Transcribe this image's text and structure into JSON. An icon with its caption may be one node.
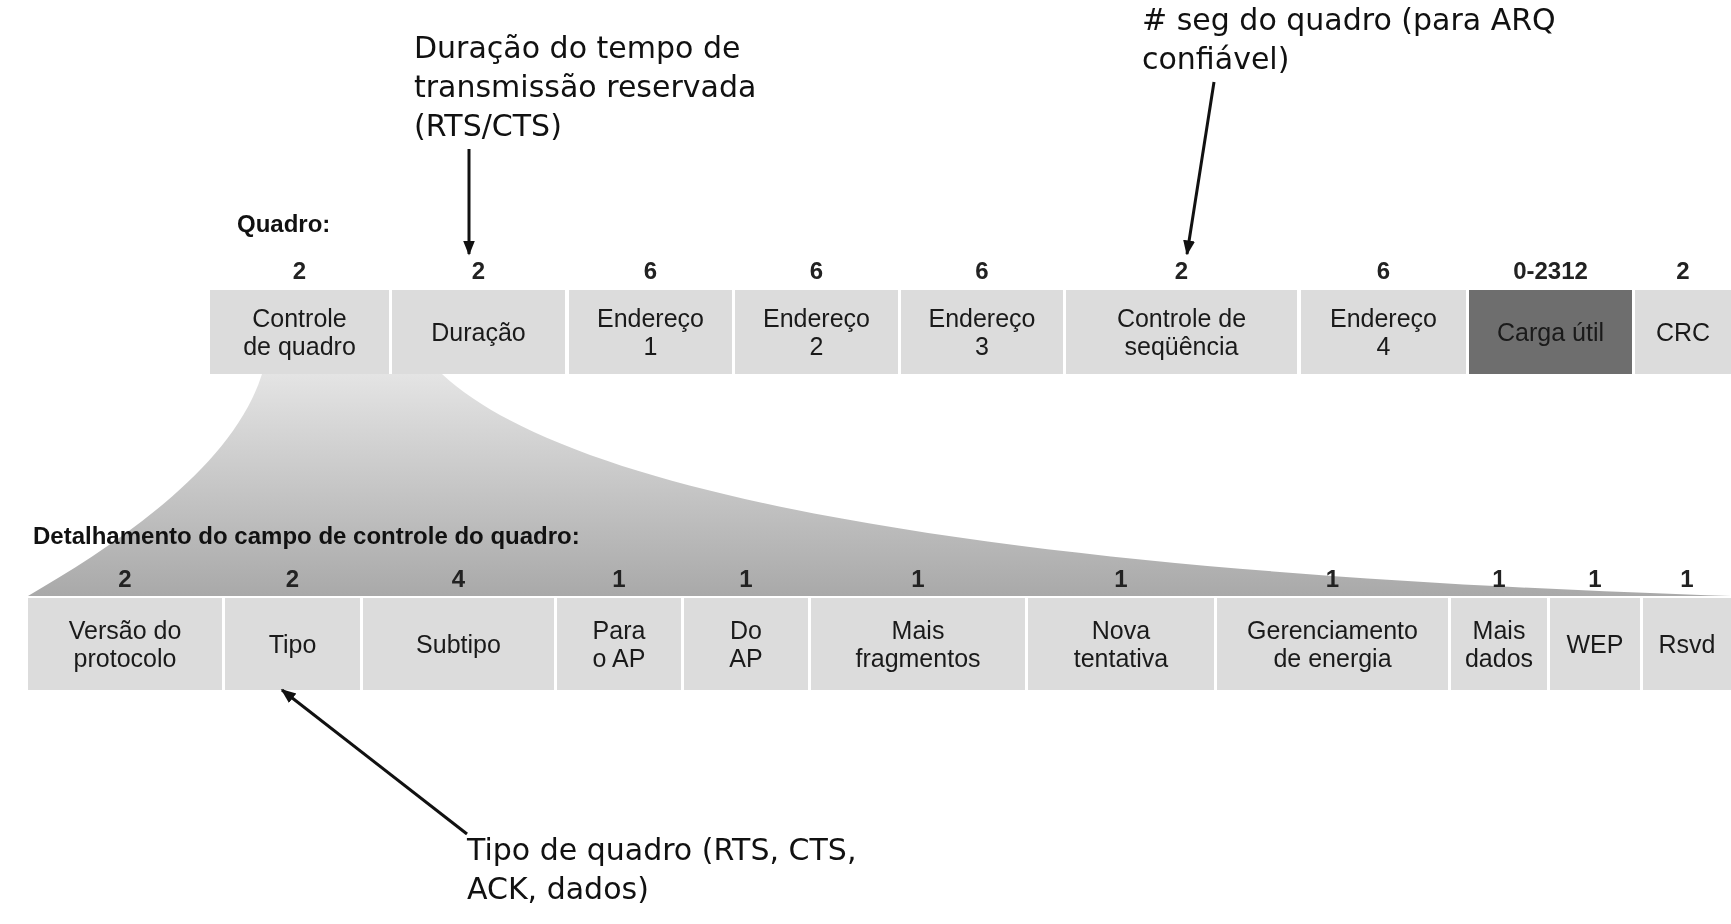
{
  "diagram": {
    "nodes": [
      {
        "text": [
          "Duração do tempo de transmissão reservada (RTS/CTS)"
        ]
      },
      {
        "text": [
          "# seg do quadro (para ARQ confiável)"
        ]
      },
      {
        "text": [
          "Controle de quadro"
        ],
        "beside": [
          "2"
        ]
      },
      {
        "text": [
          "Duração"
        ],
        "beside": [
          "2"
        ]
      },
      {
        "text": [
          "Endereço 1"
        ],
        "beside": [
          "6"
        ]
      },
      {
        "text": [
          "Endereço 2"
        ],
        "beside": [
          "6"
        ]
      },
      {
        "text": [
          "Endereço 3"
        ],
        "beside": [
          "6"
        ]
      },
      {
        "text": [
          "Controle de seqüência"
        ],
        "beside": [
          "2"
        ]
      },
      {
        "text": [
          "Endereço 4"
        ],
        "beside": [
          "6"
        ]
      },
      {
        "text": [
          "Carga útil"
        ],
        "beside": [
          "0-2312"
        ]
      },
      {
        "text": [
          "CRC"
        ],
        "beside": [
          "2"
        ]
      },
      {
        "text": [
          "Versão do protocolo"
        ],
        "beside": [
          "2"
        ]
      },
      {
        "text": [
          "Tipo"
        ],
        "beside": [
          "2"
        ]
      },
      {
        "text": [
          "Subtipo"
        ],
        "beside": [
          "4"
        ]
      },
      {
        "text": [
          "Para o AP"
        ],
        "beside": [
          "1"
        ]
      },
      {
        "text": [
          "Do AP"
        ],
        "beside": [
          "1"
        ]
      },
      {
        "text": [
          "Mais fragmentos"
        ],
        "beside": [
          "1"
        ]
      },
      {
        "text": [
          "Nova tentativa"
        ],
        "beside": [
          "1"
        ]
      },
      {
        "text": [
          "Gerenciamento de energia"
        ],
        "beside": [
          "1"
        ]
      },
      {
        "text": [
          "Mais dados"
        ],
        "beside": [
          "1"
        ]
      },
      {
        "text": [
          "WEP"
        ],
        "beside": [
          "1"
        ]
      },
      {
        "text": [
          "Rsvd"
        ],
        "beside": [
          "1"
        ]
      },
      {
        "text": [
          "Tipo de quadro (RTS, CTS, ACK, dados)"
        ]
      }
    ],
    "edges": [
      {
        "from": 0,
        "to": 3,
        "arrow": "to"
      },
      {
        "from": 1,
        "to": 7,
        "arrow": "to"
      },
      {
        "from": 22,
        "to": 12,
        "arrow": "to"
      }
    ],
    "labels": [
      "Quadro:",
      "Detalhamento do campo de controle do quadro:"
    ]
  }
}
